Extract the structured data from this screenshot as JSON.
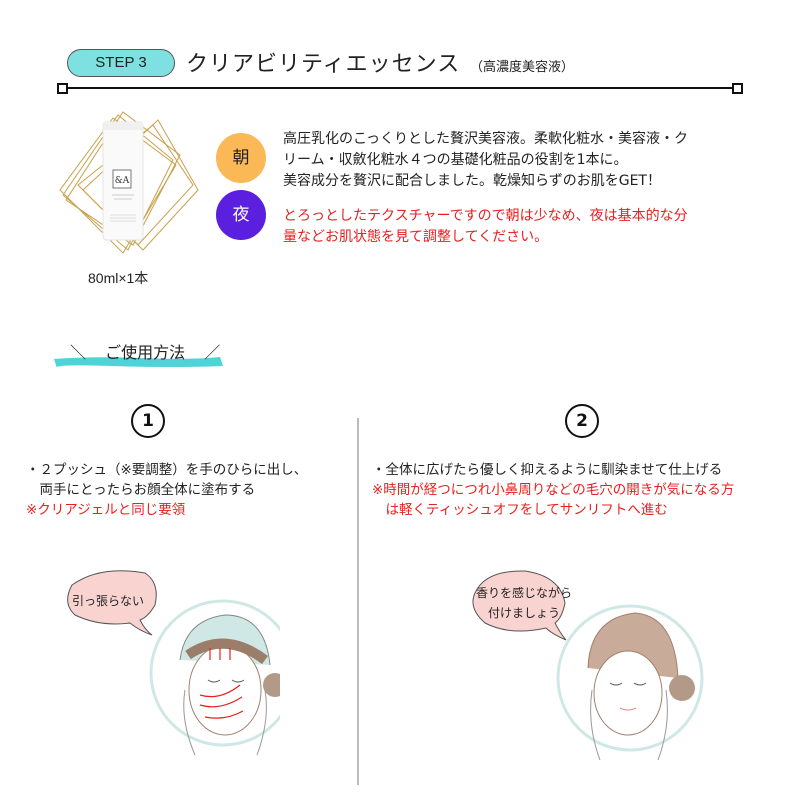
{
  "header": {
    "step_label": "STEP 3",
    "title": "クリアビリティエッセンス",
    "subtitle": "（高濃度美容液）",
    "accent_color": "#7fe0e2"
  },
  "product": {
    "image_alt": "&A Clear Ability Essence bottle",
    "brand_mark": "&A",
    "caption": "80ml×1本"
  },
  "badges": {
    "morning": {
      "label": "朝",
      "color": "#fbb857"
    },
    "night": {
      "label": "夜",
      "color": "#5b1fe0"
    }
  },
  "description": {
    "lines": [
      "高圧乳化のこっくりとした贅沢美容液。柔軟化粧水・美容液・ク",
      "リーム・収斂化粧水４つの基礎化粧品の役割を1本に。",
      "美容成分を贅沢に配合しました。乾燥知らずのお肌をGET！"
    ],
    "note_lines": [
      "とろっとしたテクスチャーですので朝は少なめ、夜は基本的な分",
      "量などお肌状態を見て調整してください。"
    ],
    "note_color": "#e8201f"
  },
  "usage": {
    "title": "ご使用方法",
    "slash_left": "＼",
    "slash_right": "／"
  },
  "steps": [
    {
      "number": "1",
      "lines": [
        "・２プッシュ（※要調整）を手のひらに出し、",
        "　両手にとったらお顔全体に塗布する"
      ],
      "note_lines": [
        "※クリアジェルと同じ要領"
      ],
      "bubble_lines": [
        "引っ張らない"
      ],
      "illustration": "woman-with-headband-applying-essence-upward-arrows"
    },
    {
      "number": "2",
      "lines": [
        "・全体に広げたら優しく抑えるように馴染ませて仕上げる"
      ],
      "note_lines": [
        "※時間が経つにつれ小鼻周りなどの毛穴の開きが気になる方",
        "　は軽くティッシュオフをしてサンリフトへ進む"
      ],
      "bubble_lines": [
        "香りを感じながら",
        "付けましょう"
      ],
      "illustration": "woman-pressing-hands-on-cheeks"
    }
  ]
}
